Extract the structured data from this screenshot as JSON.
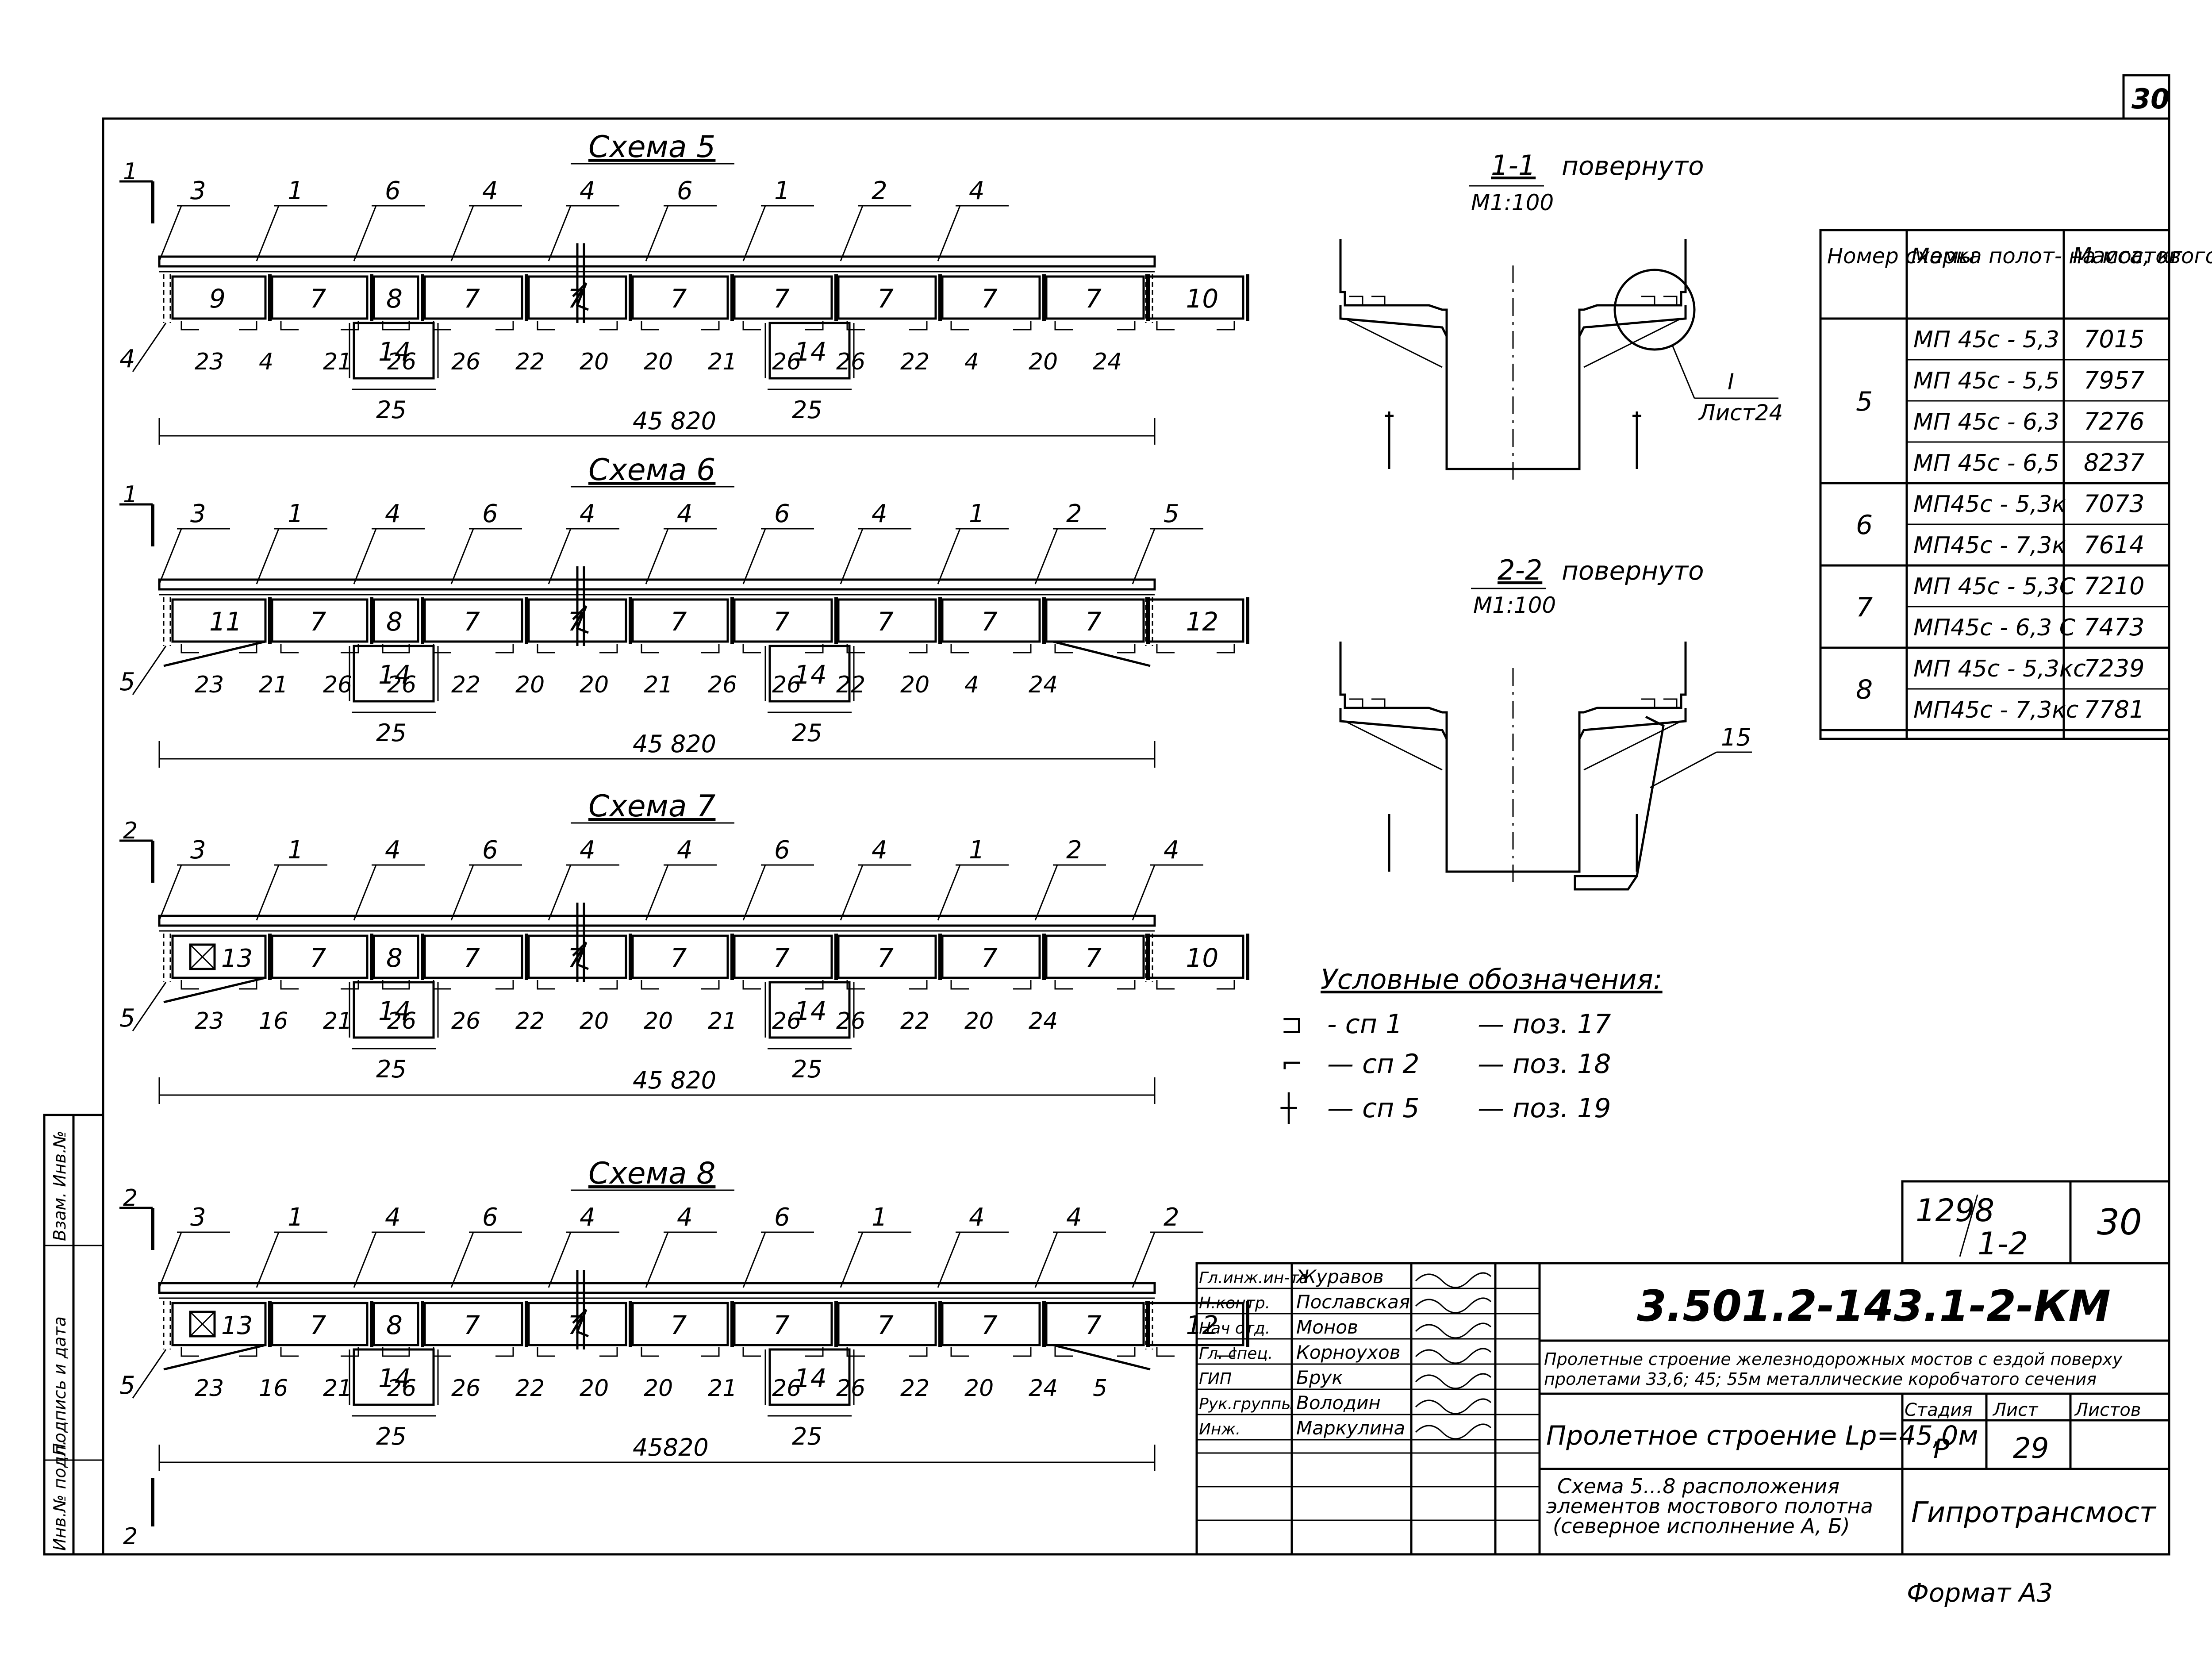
{
  "sheet": {
    "page_number": "30",
    "format": "Формат А3"
  },
  "schemes": [
    {
      "title": "Схема 5",
      "section_marks": {
        "left_top": "1",
        "left_bottom": ""
      },
      "callouts_top": [
        "3",
        "1",
        "6",
        "4",
        "4",
        "6",
        "1",
        "2",
        "4"
      ],
      "panels": [
        "9",
        "7",
        "8",
        "7",
        "7",
        "7",
        "7",
        "7",
        "7",
        "7",
        "10"
      ],
      "left_end_mark": "4",
      "callouts_left": [
        "4"
      ],
      "callouts_bottom": [
        "23",
        "4",
        "21",
        "26",
        "26",
        "22",
        "20",
        "20",
        "21",
        "26",
        "26",
        "22",
        "4",
        "20",
        "24"
      ],
      "center_boxes": [
        "14",
        "14"
      ],
      "box_labels": [
        "25",
        "25"
      ],
      "dimension": "45 820"
    },
    {
      "title": "Схема 6",
      "section_marks": {
        "left_top": "1",
        "left_bottom": ""
      },
      "callouts_top": [
        "3",
        "1",
        "4",
        "6",
        "4",
        "4",
        "6",
        "4",
        "1",
        "2",
        "5"
      ],
      "panels": [
        "11",
        "7",
        "8",
        "7",
        "7",
        "7",
        "7",
        "7",
        "7",
        "7",
        "12"
      ],
      "left_end_mark": "5",
      "callouts_left": [
        "5"
      ],
      "callouts_bottom": [
        "23",
        "21",
        "26",
        "26",
        "22",
        "20",
        "20",
        "21",
        "26",
        "26",
        "22",
        "20",
        "4",
        "24"
      ],
      "center_boxes": [
        "14",
        "14"
      ],
      "box_labels": [
        "25",
        "25"
      ],
      "dimension": "45 820"
    },
    {
      "title": "Схема 7",
      "section_marks": {
        "left_top": "2",
        "left_bottom": ""
      },
      "callouts_top": [
        "3",
        "1",
        "4",
        "6",
        "4",
        "4",
        "6",
        "4",
        "1",
        "2",
        "4"
      ],
      "panels": [
        "13",
        "7",
        "8",
        "7",
        "7",
        "7",
        "7",
        "7",
        "7",
        "7",
        "10"
      ],
      "left_end_mark": "5",
      "callouts_left": [
        "5"
      ],
      "callouts_bottom": [
        "23",
        "16",
        "21",
        "26",
        "26",
        "22",
        "20",
        "20",
        "21",
        "26",
        "26",
        "22",
        "20",
        "24"
      ],
      "center_boxes": [
        "14",
        "14"
      ],
      "box_labels": [
        "25",
        "25"
      ],
      "dimension": "45 820"
    },
    {
      "title": "Схема 8",
      "section_marks": {
        "left_top": "2",
        "left_bottom": "2"
      },
      "callouts_top": [
        "3",
        "1",
        "4",
        "6",
        "4",
        "4",
        "6",
        "1",
        "4",
        "4",
        "2"
      ],
      "panels": [
        "13",
        "7",
        "8",
        "7",
        "7",
        "7",
        "7",
        "7",
        "7",
        "7",
        "12"
      ],
      "left_end_mark": "5",
      "callouts_left": [
        "5"
      ],
      "callouts_bottom": [
        "23",
        "16",
        "21",
        "26",
        "26",
        "22",
        "20",
        "20",
        "21",
        "26",
        "26",
        "22",
        "20",
        "24",
        "5"
      ],
      "center_boxes": [
        "14",
        "14"
      ],
      "box_labels": [
        "25",
        "25"
      ],
      "dimension": "45820"
    }
  ],
  "sections": [
    {
      "title": "1-1",
      "note": "повернуто",
      "scale": "М1:100",
      "callout": "I",
      "callout_sheet": "Лист24"
    },
    {
      "title": "2-2",
      "note": "повернуто",
      "scale": "М1:100",
      "callout": "15"
    }
  ],
  "mass_table": {
    "headers": [
      "Номер схемы",
      "Марка полот- на мостового",
      "Масса, кг"
    ],
    "groups": [
      {
        "scheme": "5",
        "rows": [
          [
            "МП 45с - 5,3",
            "7015"
          ],
          [
            "МП 45с - 5,5",
            "7957"
          ],
          [
            "МП 45с - 6,3",
            "7276"
          ],
          [
            "МП 45с - 6,5",
            "8237"
          ]
        ]
      },
      {
        "scheme": "6",
        "rows": [
          [
            "МП45с - 5,3к",
            "7073"
          ],
          [
            "МП45с - 7,3к",
            "7614"
          ]
        ]
      },
      {
        "scheme": "7",
        "rows": [
          [
            "МП 45с - 5,3С",
            "7210"
          ],
          [
            "МП45с - 6,3 С",
            "7473"
          ]
        ]
      },
      {
        "scheme": "8",
        "rows": [
          [
            "МП 45с - 5,3кс",
            "7239"
          ],
          [
            "МП45с - 7,3кс",
            "7781"
          ]
        ]
      }
    ]
  },
  "legend": {
    "title": "Условные обозначения:",
    "items": [
      {
        "symbol": "⊐",
        "code": "- сп 1",
        "pos": "— поз. 17"
      },
      {
        "symbol": "⌐",
        "code": "— сп 2",
        "pos": "— поз. 18"
      },
      {
        "symbol": "┼",
        "code": "— сп 5",
        "pos": "— поз. 19"
      }
    ]
  },
  "side_stamp": [
    "Инв.№ подл.",
    "Подпись и дата",
    "Взам. Инв.№"
  ],
  "title_block": {
    "album_num": "1298",
    "album_sub": "1-2",
    "album_sheet": "30",
    "code": "3.501.2-143.1-2-КМ",
    "project_line1": "Пролетные строение железнодорожных мостов с ездой поверху",
    "project_line2": "пролетами 33,6; 45; 55м металлические коробчатого сечения",
    "object": "Пролетное строение Lр=45,0м",
    "stage_label": "Стадия",
    "stage": "Р",
    "sheet_label": "Лист",
    "sheet": "29",
    "sheets_label": "Листов",
    "sheets": "",
    "drawing_line1": "Схема 5...8 расположения",
    "drawing_line2": "элементов мостового полотна",
    "drawing_line3": "(северное исполнение А, Б)",
    "company": "Гипротрансмост",
    "signatures": [
      {
        "role": "Гл.инж.ин-та",
        "name": "Журавов"
      },
      {
        "role": "Н.контр.",
        "name": "Пославская"
      },
      {
        "role": "Нач отд.",
        "name": "Монов"
      },
      {
        "role": "Гл. спец.",
        "name": "Корноухов"
      },
      {
        "role": "ГИП",
        "name": "Брук"
      },
      {
        "role": "Рук.группы",
        "name": "Володин"
      },
      {
        "role": "Инж.",
        "name": "Маркулина"
      }
    ]
  }
}
